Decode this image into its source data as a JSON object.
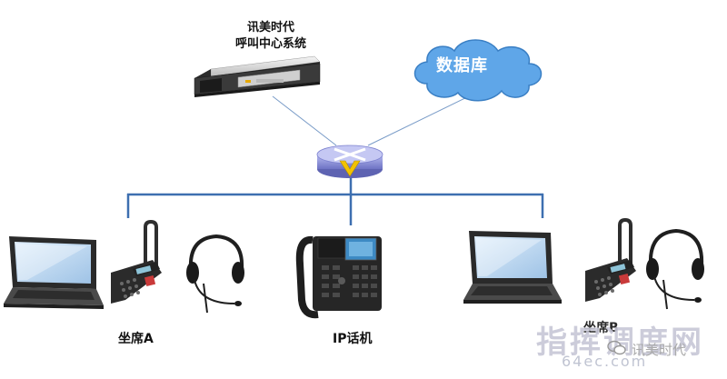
{
  "server": {
    "title_line1": "讯美时代",
    "title_line2": "呼叫中心系统"
  },
  "database": {
    "label": "数据库"
  },
  "seat_a": {
    "label": "坐席A"
  },
  "seat_b": {
    "label": "坐席B"
  },
  "ip_phone": {
    "label": "IP话机"
  },
  "watermark": {
    "site_cn": "指挥调度网",
    "site_url": "64ec.com",
    "brand": "讯美时代"
  },
  "colors": {
    "bus_line": "#3d6fb0",
    "cloud": "#5fa6e8",
    "router": "#8a8fd6",
    "router_mark": "#f2c200"
  }
}
